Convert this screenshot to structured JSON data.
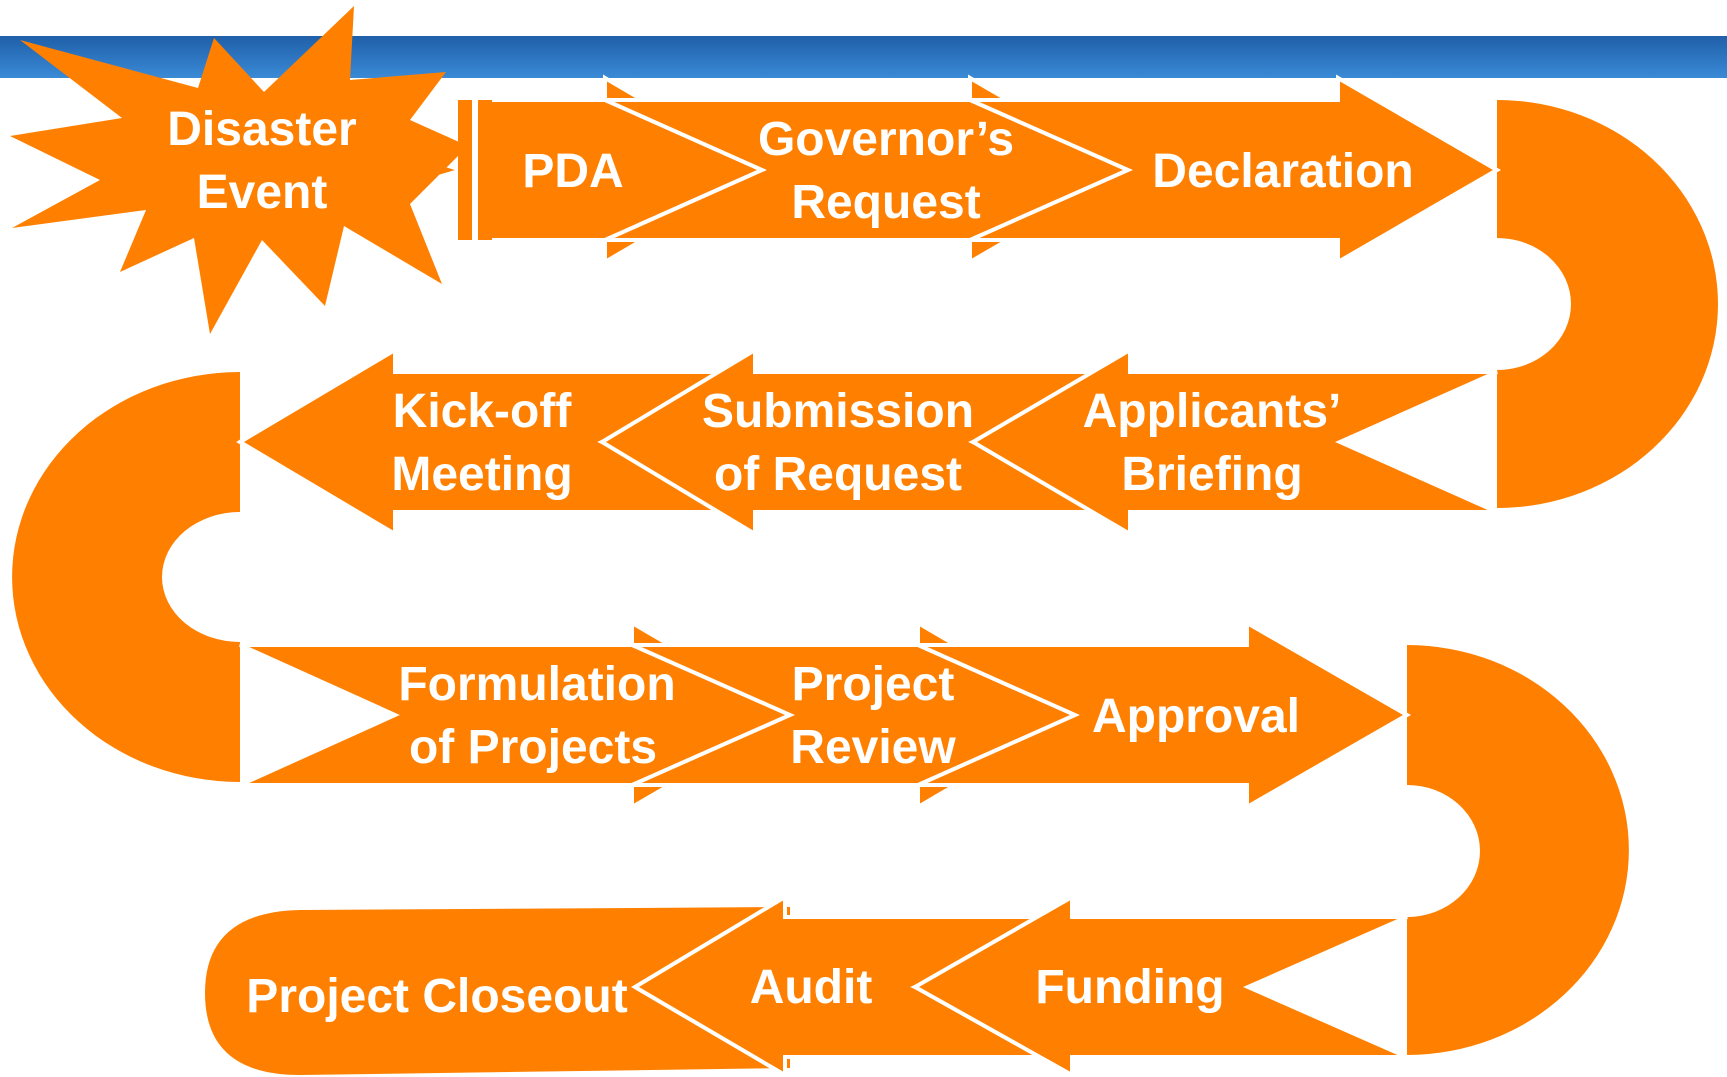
{
  "diagram": {
    "start": {
      "line1": "Disaster",
      "line2": "Event"
    },
    "row1": [
      {
        "line1": "PDA"
      },
      {
        "line1": "Governor’s",
        "line2": "Request"
      },
      {
        "line1": "Declaration"
      }
    ],
    "row2": [
      {
        "line1": "Kick-off",
        "line2": "Meeting"
      },
      {
        "line1": "Submission",
        "line2": "of Request"
      },
      {
        "line1": "Applicants’",
        "line2": "Briefing"
      }
    ],
    "row3": [
      {
        "line1": "Formulation",
        "line2": "of Projects"
      },
      {
        "line1": "Project",
        "line2": "Review"
      },
      {
        "line1": "Approval"
      }
    ],
    "row4": [
      {
        "line1": "Project Closeout"
      },
      {
        "line1": "Audit"
      },
      {
        "line1": "Funding"
      }
    ],
    "colors": {
      "arrow": "#FF8000",
      "outline": "#ffffff",
      "text": "#ffffff",
      "header_band": "#2E7BC4"
    }
  }
}
